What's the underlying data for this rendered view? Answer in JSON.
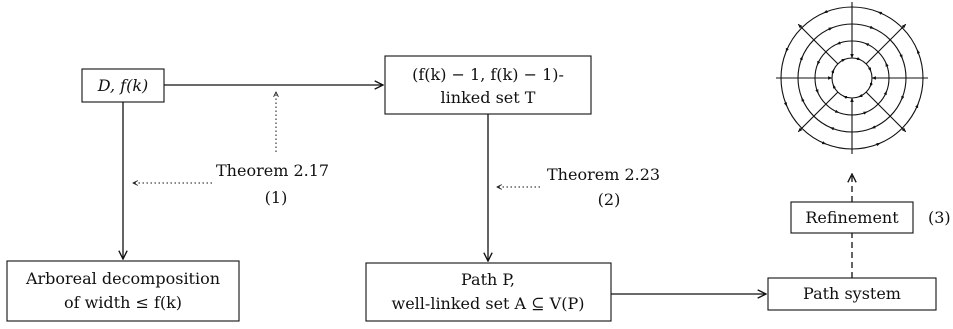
{
  "nodes": {
    "input": {
      "text": "D, f(k)"
    },
    "linked_set": {
      "line1": "(f(k) − 1, f(k) − 1)-",
      "line2": "linked set T"
    },
    "arboreal": {
      "line1": "Arboreal decomposition",
      "line2": "of width ≤ f(k)"
    },
    "path": {
      "line1": "Path P,",
      "line2": "well-linked set A ⊆ V(P)"
    },
    "path_system": {
      "text": "Path system"
    },
    "refinement": {
      "text": "Refinement"
    }
  },
  "labels": {
    "theorem1": {
      "prefix": "Theorem ",
      "ref": "2.17",
      "tag": "(1)"
    },
    "theorem2": {
      "prefix": "Theorem ",
      "ref": "2.23",
      "tag": "(2)"
    },
    "step3": {
      "tag": "(3)"
    }
  },
  "colors": {
    "reference": "#1f7a1f",
    "ink": "#111111"
  },
  "grid_figure": {
    "rings": 4,
    "spokes": 8
  }
}
